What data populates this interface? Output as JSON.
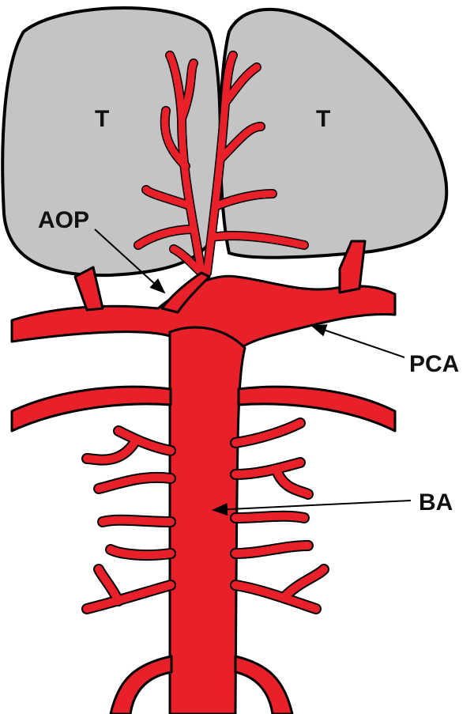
{
  "diagram": {
    "labels": {
      "thalamus_left": "T",
      "thalamus_right": "T",
      "artery_of_percheron": "AOP",
      "posterior_cerebral_artery": "PCA",
      "basilar_artery": "BA"
    },
    "colors": {
      "artery": "#e8202a",
      "thalamus": "#c4c4c4",
      "outline": "#000000"
    }
  }
}
